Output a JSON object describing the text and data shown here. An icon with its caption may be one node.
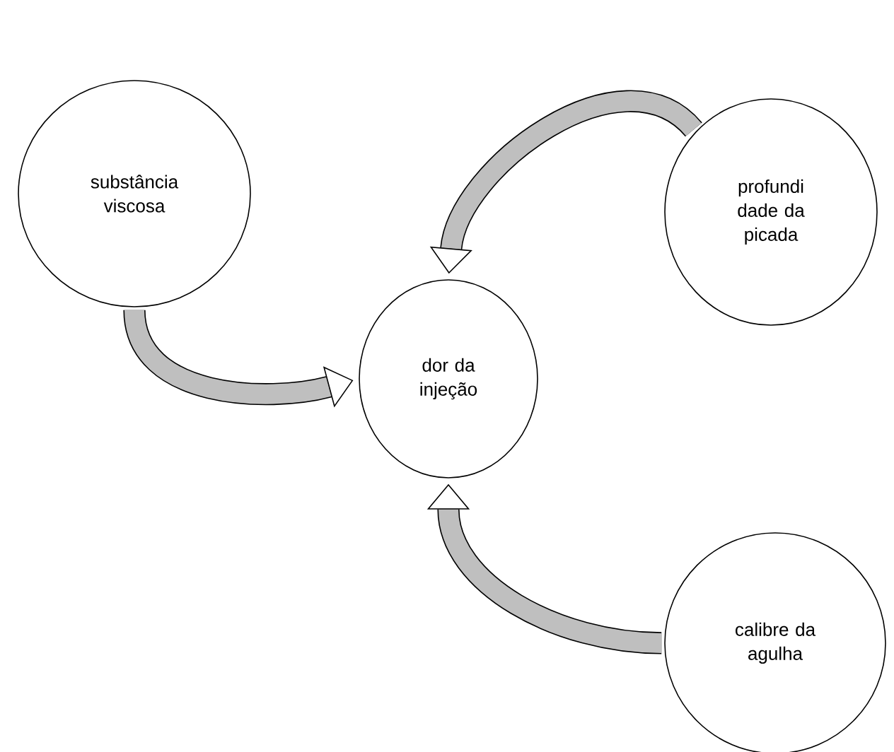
{
  "diagram": {
    "nodes": [
      {
        "text": [
          "dor da injeção"
        ]
      },
      {
        "text": [
          "substância viscosa"
        ]
      },
      {
        "text": [
          "profundi dade da picada"
        ]
      },
      {
        "text": [
          "calibre da agulha"
        ]
      }
    ],
    "edges": [
      {
        "from": 1,
        "to": 0,
        "arrow": "to"
      },
      {
        "from": 2,
        "to": 0,
        "arrow": "to"
      },
      {
        "from": 3,
        "to": 0,
        "arrow": "to"
      }
    ]
  }
}
